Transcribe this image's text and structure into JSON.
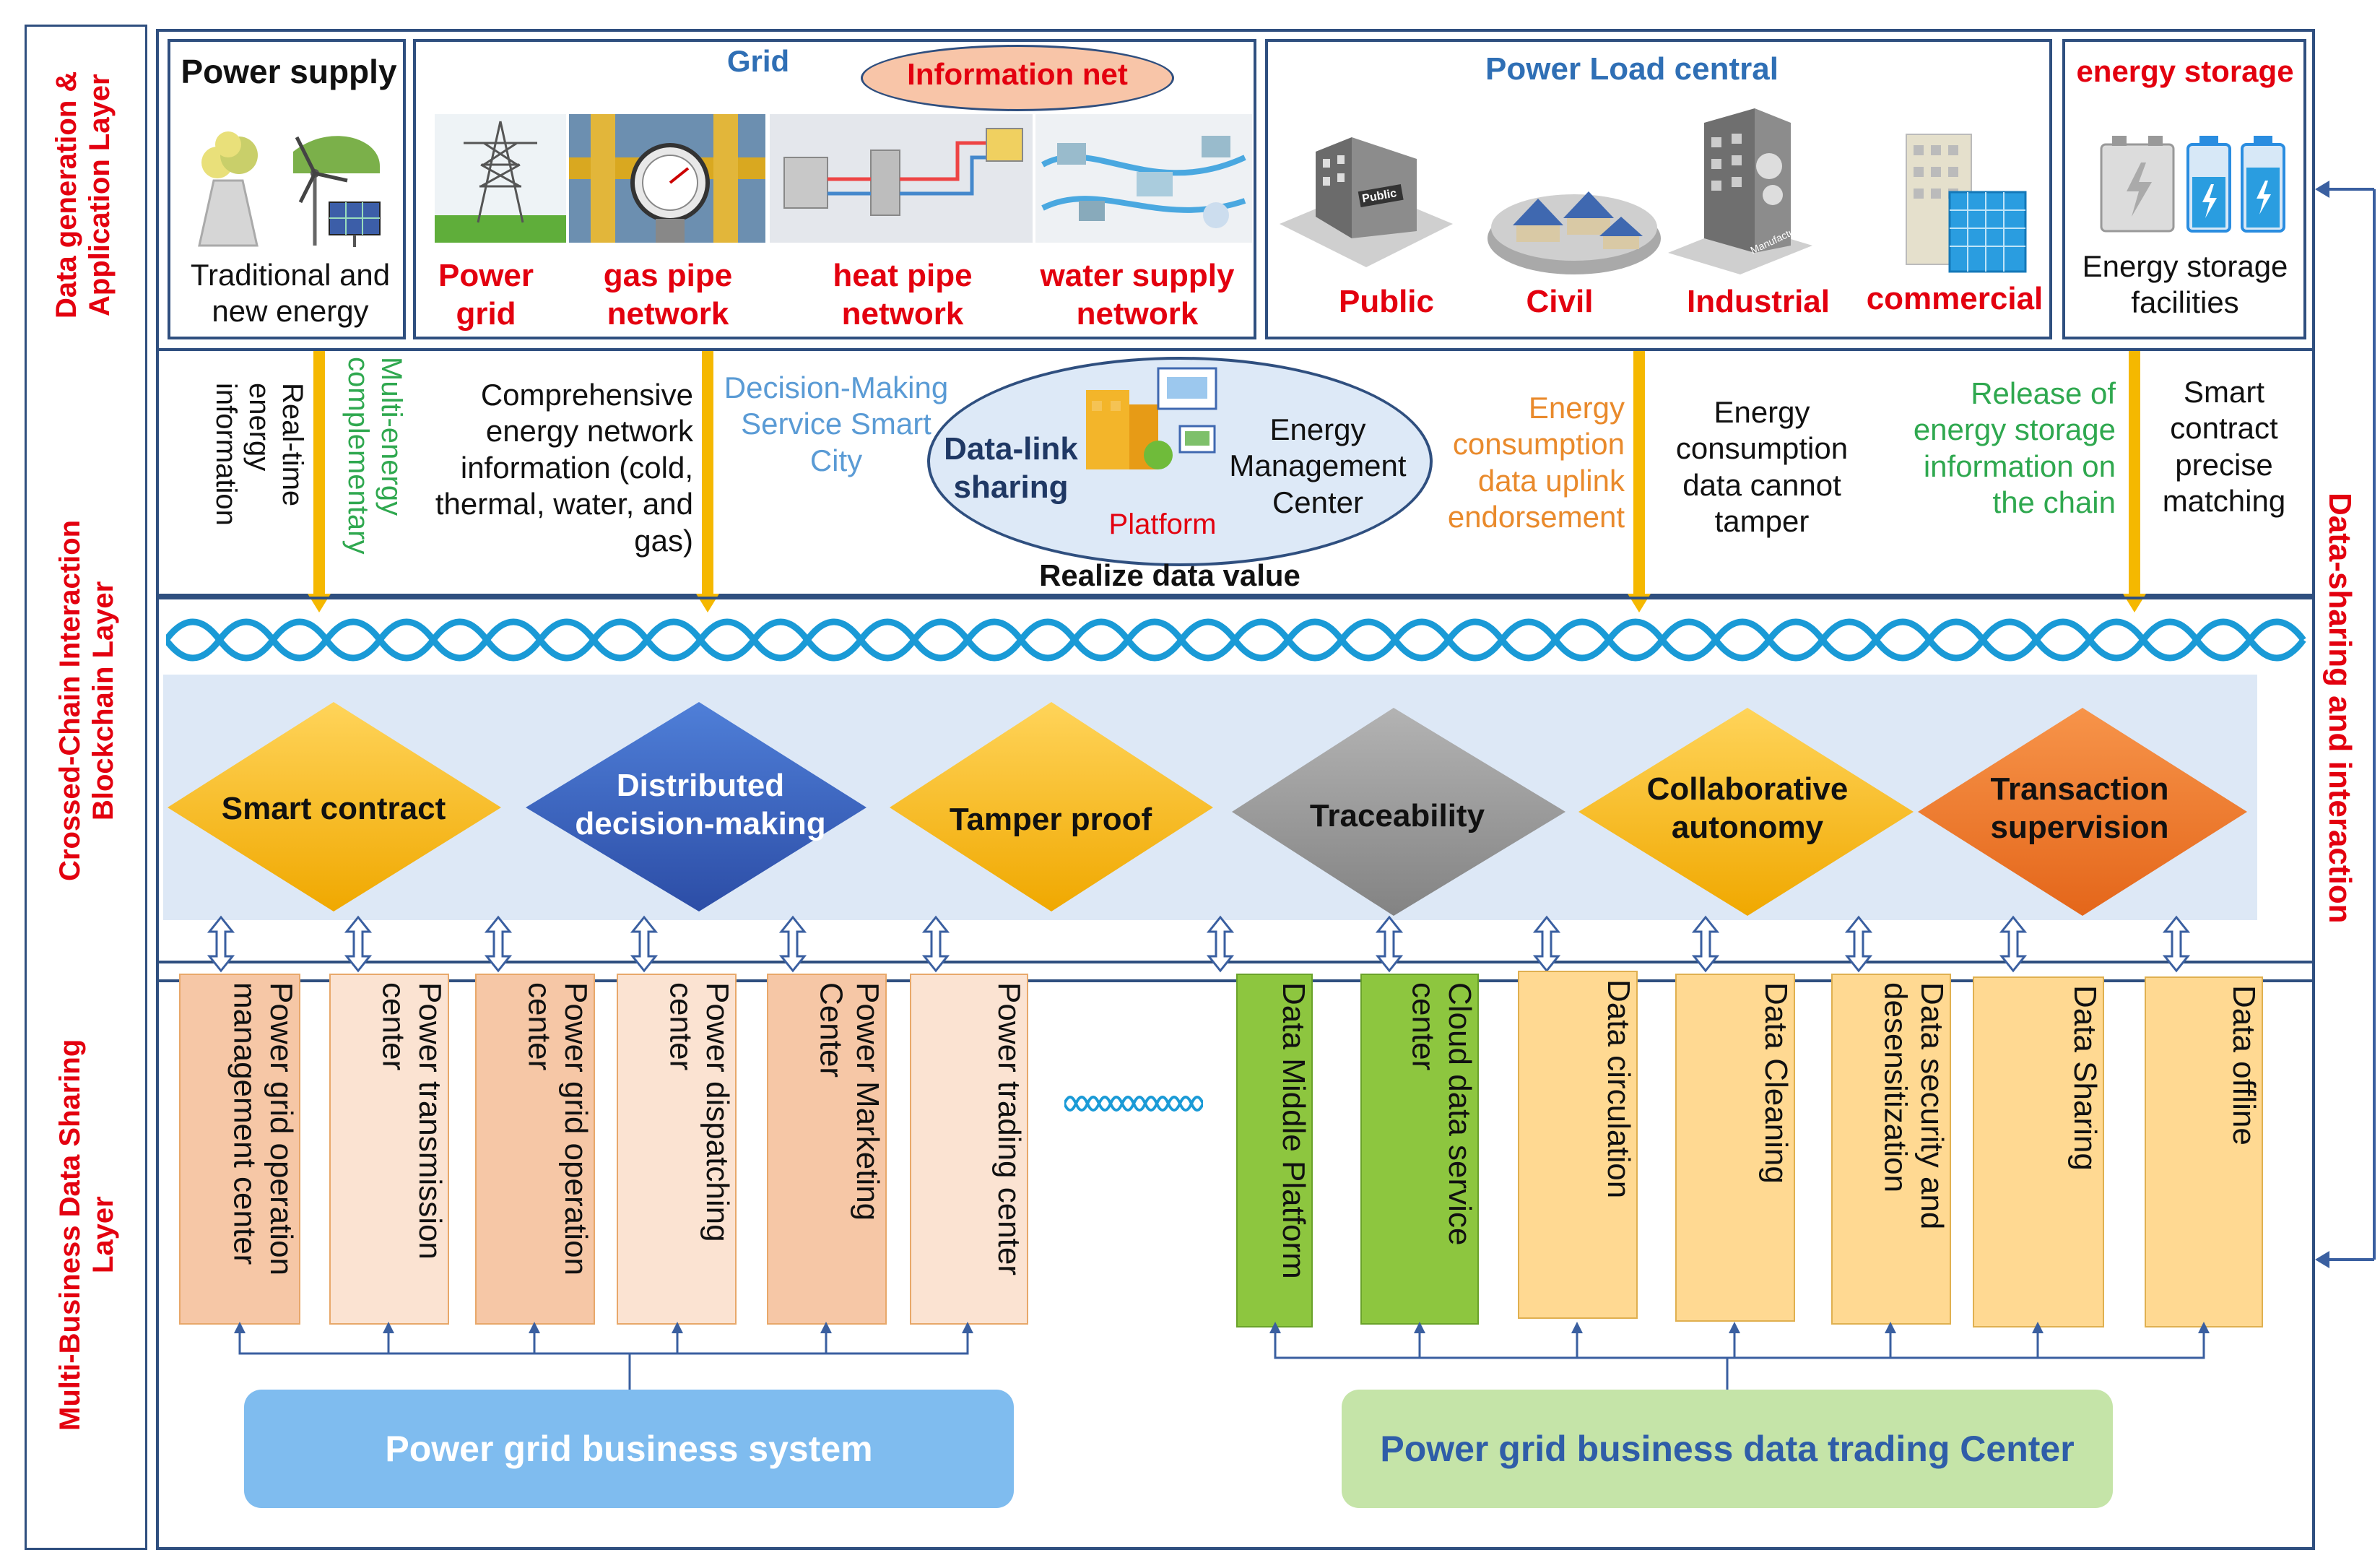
{
  "layers": {
    "top": "Data generation & Application Layer",
    "middle": "Crossed-Chain Interaction Blockchain Layer",
    "bottom": "Multi-Business Data Sharing Layer",
    "right": "Data-sharing and interaction"
  },
  "power_supply": {
    "title": "Power supply",
    "caption": "Traditional and new energy"
  },
  "grid": {
    "title": "Grid",
    "info_net": "Information net",
    "items": [
      "Power grid",
      "gas pipe network",
      "heat pipe network",
      "water supply network"
    ]
  },
  "power_load": {
    "title": "Power Load central",
    "items": [
      "Public",
      "Civil",
      "Industrial",
      "commercial"
    ],
    "building_label_public": "Public",
    "building_label_industrial": "Manufacture"
  },
  "energy_storage": {
    "title": "energy storage",
    "caption": "Energy storage facilities"
  },
  "info_row": {
    "realtime": "Real-time energy information",
    "multi_energy": "Multi-energy complementary",
    "comprehensive": "Comprehensive energy network information (cold, thermal, water, and gas)",
    "decision": "Decision-Making Service Smart City",
    "data_link": "Data-link sharing",
    "ems": "Energy Management Center",
    "platform": "Platform",
    "realize": "Realize data value",
    "uplink": "Energy consumption data uplink endorsement",
    "cannot_tamper": "Energy consumption data cannot tamper",
    "release": "Release of energy storage information on the chain",
    "smart_contract": "Smart contract precise matching"
  },
  "features": [
    {
      "label": "Smart contract",
      "color": "#ffc000"
    },
    {
      "label": "Distributed decision-making",
      "color": "#3a62c0"
    },
    {
      "label": "Tamper proof",
      "color": "#ffc000"
    },
    {
      "label": "Traceability",
      "color": "#9a9a9a"
    },
    {
      "label": "Collaborative autonomy",
      "color": "#ffc000"
    },
    {
      "label": "Transaction supervision",
      "color": "#f07a24"
    }
  ],
  "left_centers": [
    "Power grid operation management center",
    "Power transmission center",
    "Power grid operation center",
    "Power dispatching center",
    "Power Marketing Center",
    "Power trading center"
  ],
  "right_centers": [
    "Data Middle Platform",
    "Cloud data service center",
    "Data circulation",
    "Data Cleaning",
    "Data security and desensitization",
    "Data Sharing",
    "Data offline"
  ],
  "business_system": "Power grid business system",
  "trading_center": "Power grid business data trading Center"
}
